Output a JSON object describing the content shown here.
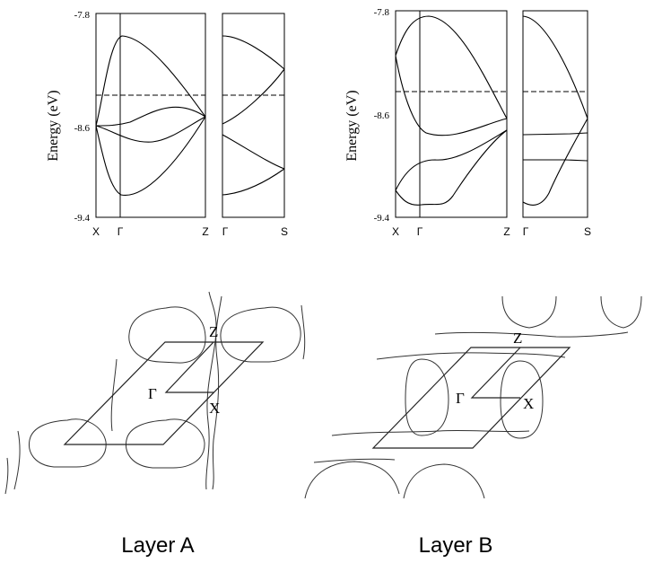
{
  "panel_a": {
    "y_label": "Energy (eV)",
    "y_ticks": [
      "-7.8",
      "-8.6",
      "-9.4"
    ],
    "k_labels_left": [
      "X",
      "Γ",
      "Z"
    ],
    "k_labels_right": [
      "Γ",
      "S"
    ],
    "bz_labels": {
      "z": "Z",
      "gamma": "Γ",
      "x": "X"
    },
    "caption": "Layer A"
  },
  "panel_b": {
    "y_label": "Energy (eV)",
    "y_ticks": [
      "-7.8",
      "-8.6",
      "-9.4"
    ],
    "k_labels_left": [
      "X",
      "Γ",
      "Z"
    ],
    "k_labels_right": [
      "Γ",
      "S"
    ],
    "bz_labels": {
      "z": "Z",
      "gamma": "Γ",
      "x": "X"
    },
    "caption": "Layer B"
  }
}
